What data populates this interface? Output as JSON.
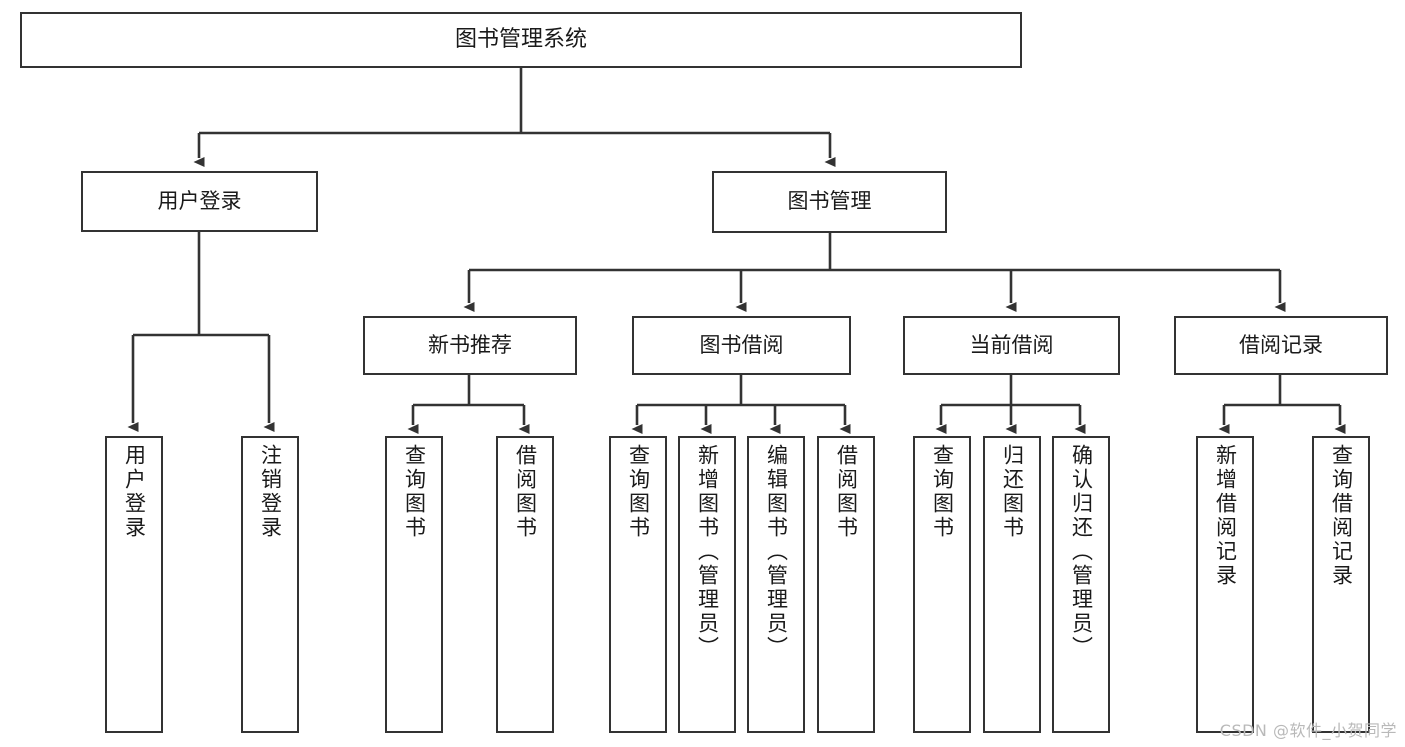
{
  "diagram": {
    "type": "tree-hierarchy-chart",
    "title": "图书管理系统",
    "colors": {
      "stroke": "#333333",
      "fill": "#ffffff",
      "text": "#1a1a1a",
      "watermark": "#b9b9b9"
    },
    "root": {
      "label": "图书管理系统"
    },
    "level1": [
      {
        "id": "user-login",
        "label": "用户登录"
      },
      {
        "id": "book-manage",
        "label": "图书管理"
      }
    ],
    "level2": [
      {
        "id": "new-book-recommend",
        "label": "新书推荐",
        "parent": "book-manage"
      },
      {
        "id": "book-borrow",
        "label": "图书借阅",
        "parent": "book-manage"
      },
      {
        "id": "current-borrow",
        "label": "当前借阅",
        "parent": "book-manage"
      },
      {
        "id": "borrow-record",
        "label": "借阅记录",
        "parent": "book-manage"
      }
    ],
    "leaves": [
      {
        "id": "leaf-user-login",
        "label": "用户登录",
        "parent": "user-login"
      },
      {
        "id": "leaf-logout",
        "label": "注销登录",
        "parent": "user-login"
      },
      {
        "id": "leaf-query-book-1",
        "label": "查询图书",
        "parent": "new-book-recommend"
      },
      {
        "id": "leaf-borrow-book-1",
        "label": "借阅图书",
        "parent": "new-book-recommend"
      },
      {
        "id": "leaf-query-book-2",
        "label": "查询图书",
        "parent": "book-borrow"
      },
      {
        "id": "leaf-add-book",
        "label": "新增图书（管理员）",
        "parent": "book-borrow"
      },
      {
        "id": "leaf-edit-book",
        "label": "编辑图书（管理员）",
        "parent": "book-borrow"
      },
      {
        "id": "leaf-borrow-book-2",
        "label": "借阅图书",
        "parent": "book-borrow"
      },
      {
        "id": "leaf-query-book-3",
        "label": "查询图书",
        "parent": "current-borrow"
      },
      {
        "id": "leaf-return-book",
        "label": "归还图书",
        "parent": "current-borrow"
      },
      {
        "id": "leaf-confirm-return",
        "label": "确认归还（管理员）",
        "parent": "current-borrow"
      },
      {
        "id": "leaf-add-record",
        "label": "新增借阅记录",
        "parent": "borrow-record"
      },
      {
        "id": "leaf-query-record",
        "label": "查询借阅记录",
        "parent": "borrow-record"
      }
    ],
    "watermark": "CSDN @软件_小贺同学"
  }
}
